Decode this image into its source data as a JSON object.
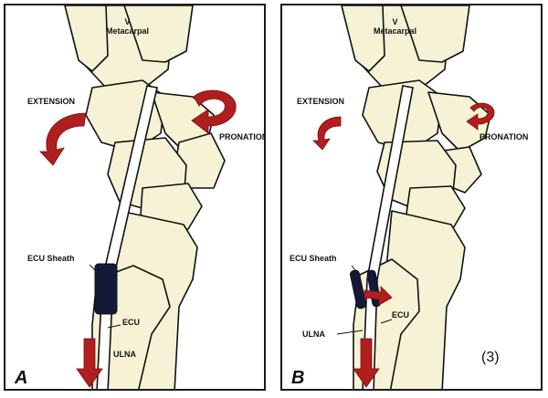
{
  "panels": [
    {
      "letter": "A",
      "labels": {
        "metacarpal_line1": "V",
        "metacarpal_line2": "Metacarpal",
        "extension": "EXTENSION",
        "pronation": "PRONATION",
        "ecu_sheath": "ECU Sheath",
        "ecu": "ECU",
        "ulna": "ULNA"
      }
    },
    {
      "letter": "B",
      "labels": {
        "metacarpal_line1": "V",
        "metacarpal_line2": "Metacarpal",
        "extension": "EXTENSION",
        "pronation": "PRONATION",
        "ecu_sheath": "ECU Sheath",
        "ecu": "ECU",
        "ulna": "ULNA"
      },
      "note": "(3)"
    }
  ],
  "colors": {
    "bone": "#f5f2d5",
    "outline": "#111111",
    "arrow": "#b01e1e",
    "sheath": "#14193a",
    "tendon": "#ffffff"
  }
}
